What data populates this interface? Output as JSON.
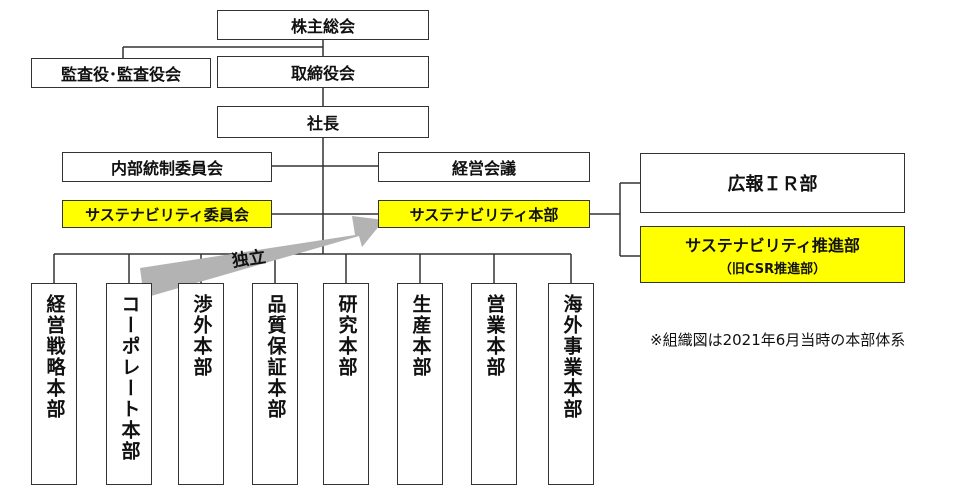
{
  "top": {
    "shareholders": "株主総会",
    "auditors": "監査役･監査役会",
    "board": "取締役会",
    "president": "社長"
  },
  "committees": {
    "internal_control": "内部統制委員会",
    "management_meeting": "経営会議",
    "sustainability_committee": "サステナビリティ委員会",
    "sustainability_hq": "サステナビリティ本部"
  },
  "right": {
    "pr_ir": "広報ＩＲ部",
    "promotion": "サステナビリティ推進部",
    "promotion_sub": "（旧CSR推進部）"
  },
  "arrow": {
    "label": "独立"
  },
  "divisions": [
    "経営戦略本部",
    "コーポレート本部",
    "渉外本部",
    "品質保証本部",
    "研究本部",
    "生産本部",
    "営業本部",
    "海外事業本部"
  ],
  "note": "※組織図は2021年6月当時の本部体系",
  "colors": {
    "highlight": "#ffff00",
    "line": "#333333",
    "arrow": "#b3b3b3"
  }
}
